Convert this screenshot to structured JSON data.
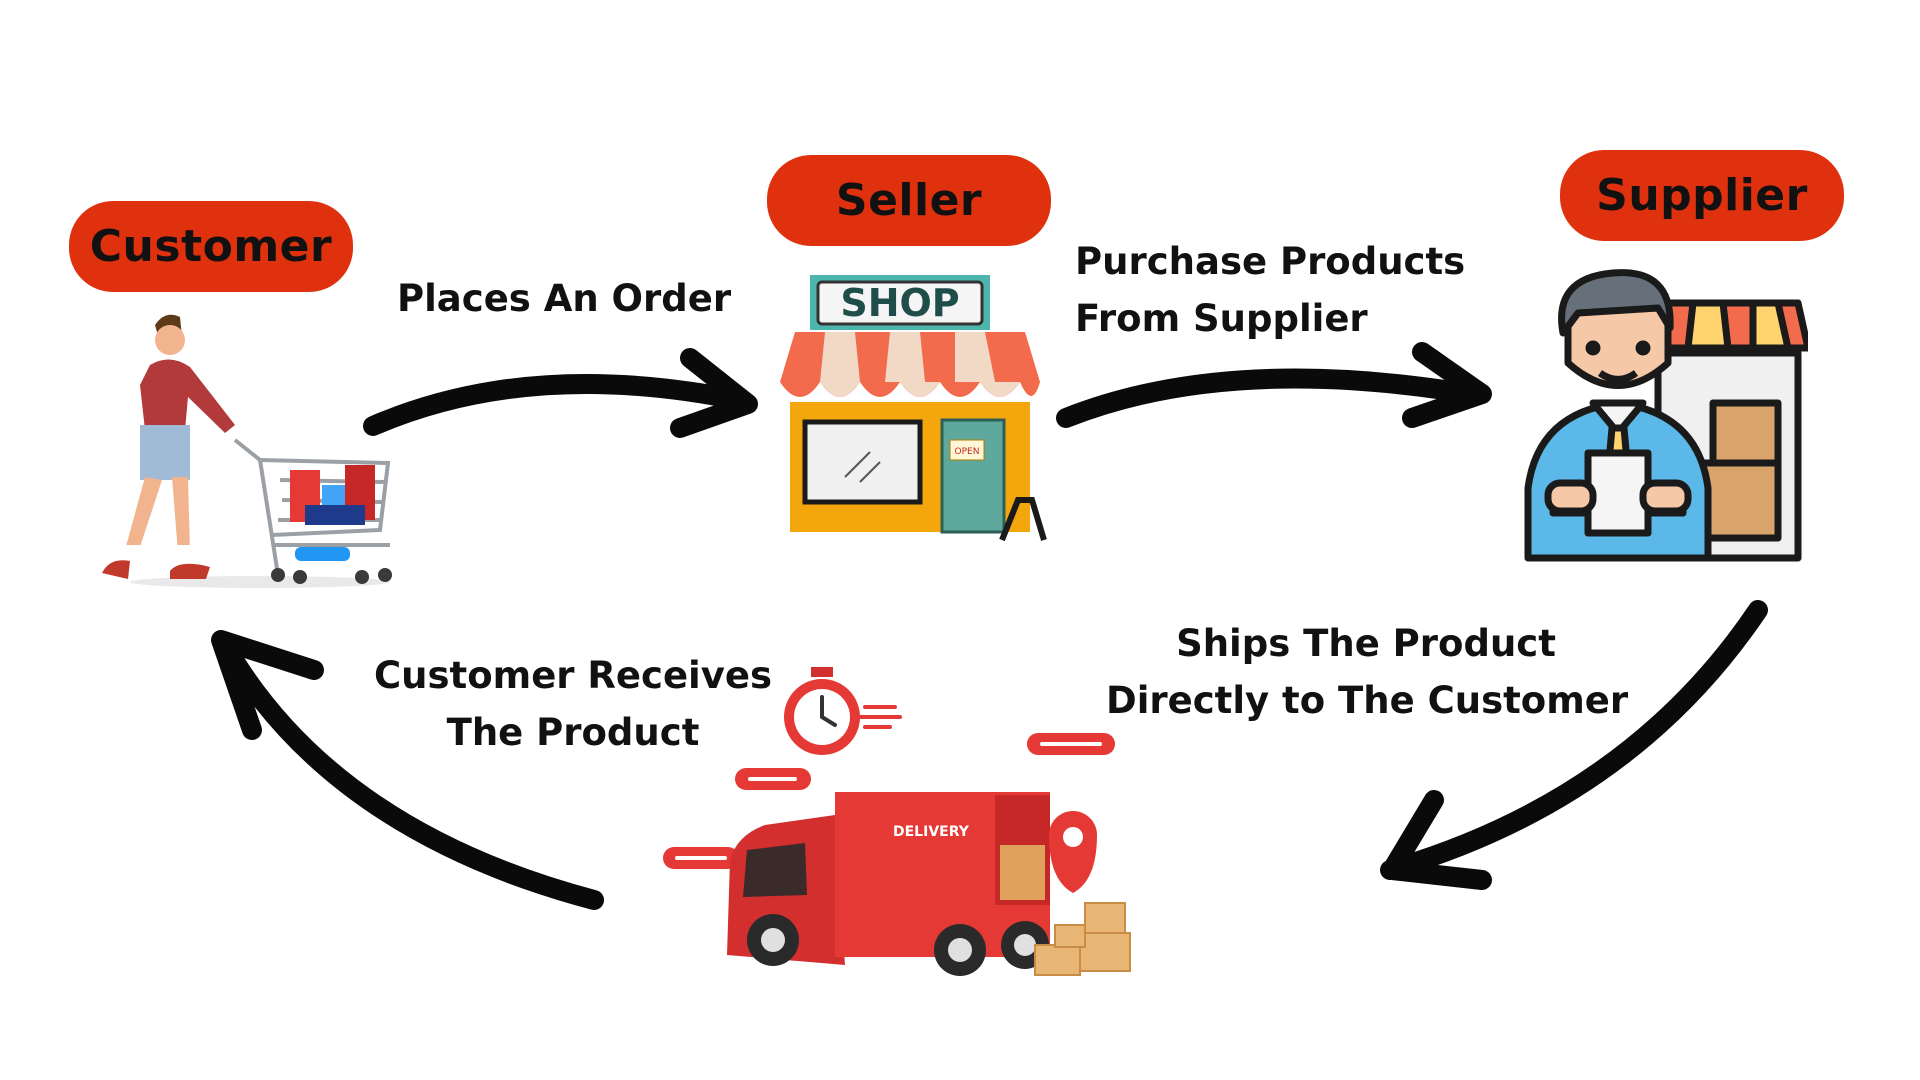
{
  "nodes": {
    "customer": "Customer",
    "seller": "Seller",
    "supplier": "Supplier"
  },
  "edges": {
    "order": [
      "Places An Order"
    ],
    "purchase": [
      "Purchase Products",
      "From Supplier"
    ],
    "ships": [
      "Ships The Product",
      "Directly to The Customer"
    ],
    "receives": [
      "Customer Receives",
      "The Product"
    ]
  },
  "illustrations": {
    "shop_sign": "SHOP",
    "open_sign": "OPEN",
    "truck_label": "DELIVERY"
  },
  "icons": [
    "shopper-with-cart-icon",
    "shop-storefront-icon",
    "supplier-person-icon",
    "delivery-truck-icon"
  ],
  "colors": {
    "accent": "#e0310f",
    "arrow": "#0a0a0a"
  }
}
